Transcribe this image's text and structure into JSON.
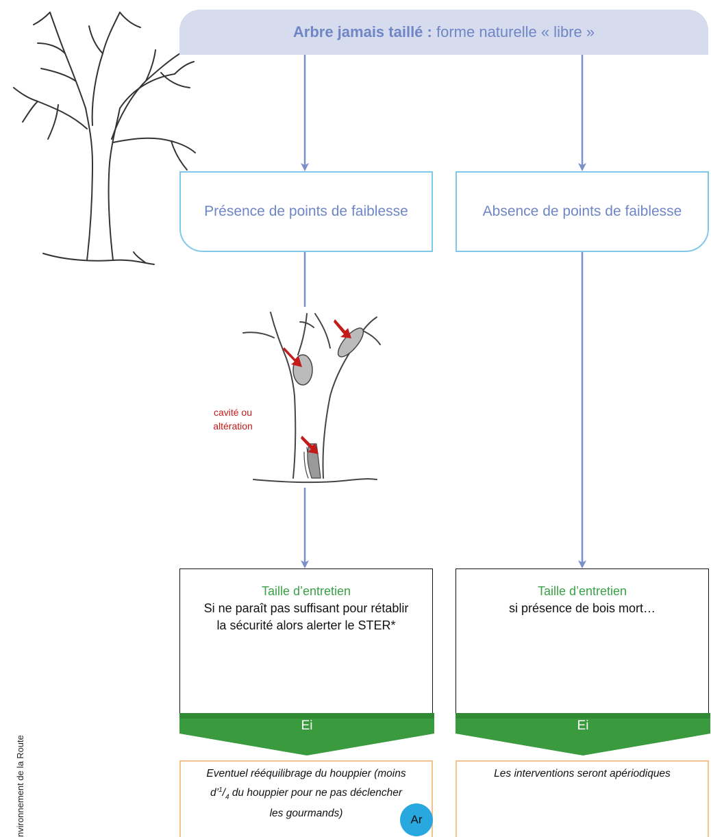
{
  "header": {
    "title_bold": "Arbre jamais taillé :",
    "title_rest": "forme naturelle « libre »"
  },
  "conditions": {
    "left": "Présence de points de faiblesse",
    "right": "Absence de points de faiblesse"
  },
  "image_caption": [
    "cavité ou",
    "altération"
  ],
  "actions": {
    "left": {
      "title": "Taille d’entretien",
      "line1": "Si ne paraît pas suffisant pour rétablir",
      "line2": "la sécurité alors alerter le STER*"
    },
    "right": {
      "title": "Taille d’entretien",
      "line1": "si présence de bois mort…"
    }
  },
  "bands": {
    "left": "Ei",
    "right": "Ei"
  },
  "notes": {
    "left": {
      "line1": "Eventuel rééquilibrage du houppier (moins",
      "line2_prefix": "d’",
      "frac_num": "1",
      "frac_den": "4",
      "line2_suffix": "du houppier pour ne pas déclencher",
      "line3": "les gourmands)"
    },
    "right": "Les interventions seront apériodiques"
  },
  "badge": "Ar",
  "side_text": "nvironnement de la Route",
  "colors": {
    "accent_blue": "#6f86c6",
    "header_bg": "#d6dbee",
    "condition_border": "#7fc8ec",
    "arrow": "#7b8fc9",
    "green_title": "#3aa046",
    "green_band": "#3a9a3e",
    "note_border": "#f2c28f",
    "caption_red": "#c51a1a",
    "badge_blue": "#29a7df"
  }
}
